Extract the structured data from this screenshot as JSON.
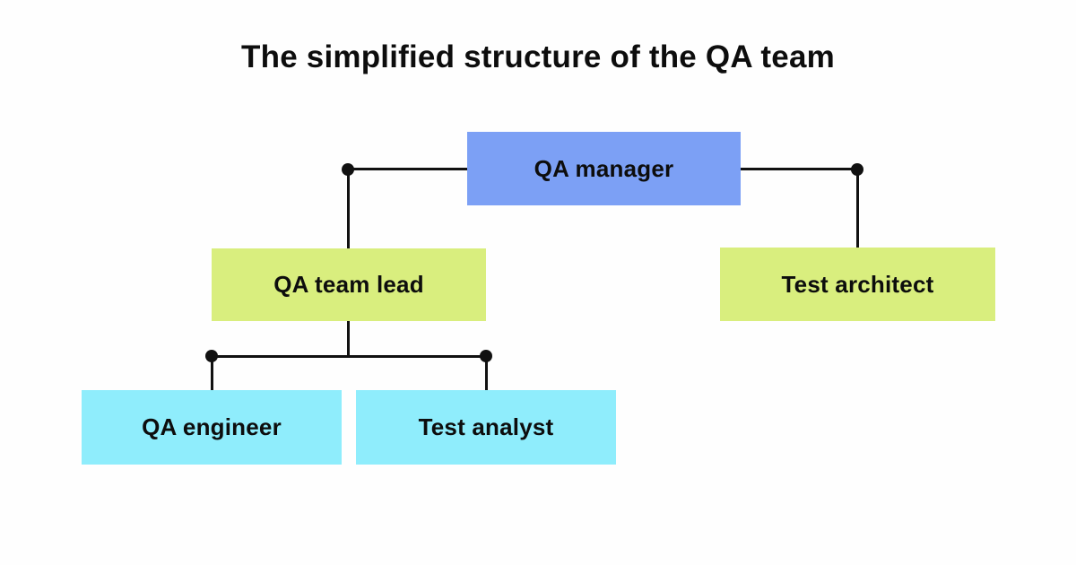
{
  "page": {
    "title": "The simplified structure of the QA team"
  },
  "colors": {
    "manager_blue": "#7CA0F5",
    "lead_lime": "#D9EE7E",
    "staff_cyan": "#8FEDFC",
    "line_black": "#111111",
    "text_black": "#0d0d0d",
    "background": "#fefefe"
  },
  "org_chart": {
    "nodes": {
      "qa_manager": {
        "label": "QA manager",
        "level": 1
      },
      "qa_team_lead": {
        "label": "QA team lead",
        "level": 2
      },
      "test_architect": {
        "label": "Test architect",
        "level": 2
      },
      "qa_engineer": {
        "label": "QA engineer",
        "level": 3
      },
      "test_analyst": {
        "label": "Test analyst",
        "level": 3
      }
    },
    "edges": [
      {
        "from": "qa_manager",
        "to": "qa_team_lead"
      },
      {
        "from": "qa_manager",
        "to": "test_architect"
      },
      {
        "from": "qa_team_lead",
        "to": "qa_engineer"
      },
      {
        "from": "qa_team_lead",
        "to": "test_analyst"
      }
    ]
  }
}
